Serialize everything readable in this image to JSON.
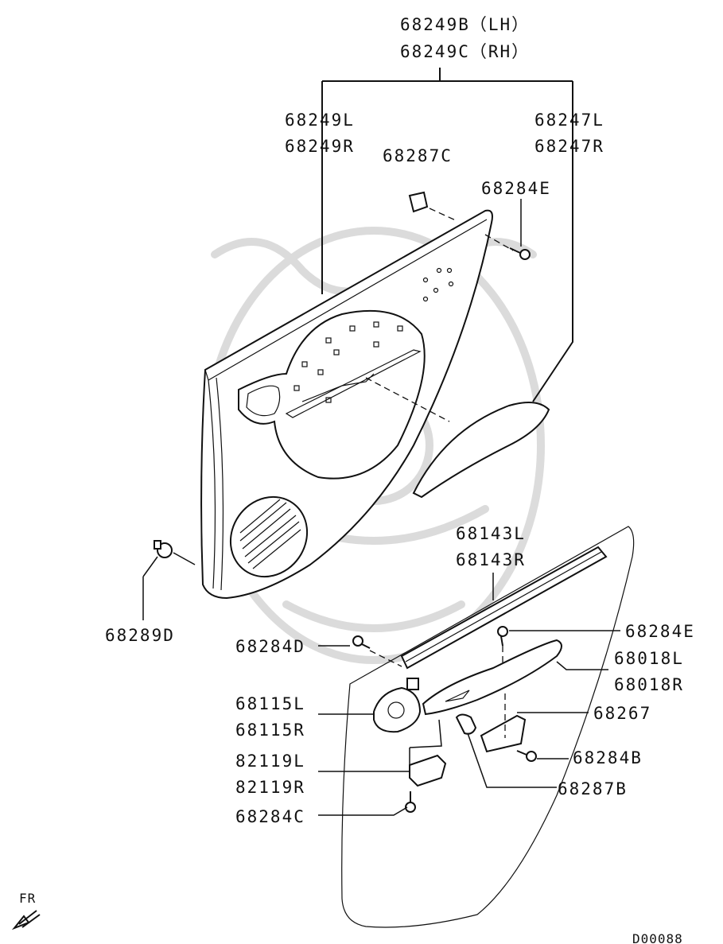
{
  "labels": {
    "assy_lh": "68249B（LH）",
    "assy_rh": "68249C（RH）",
    "trim_l": "68249L",
    "trim_r": "68249R",
    "arm_l": "68247L",
    "arm_r": "68247R",
    "clip_c": "68287C",
    "screw_e_top": "68284E",
    "clip_d": "68289D",
    "belt_l": "68143L",
    "belt_r": "68143R",
    "screw_e_mid": "68284E",
    "armrest_l": "68018L",
    "armrest_r": "68018R",
    "screw_d": "68284D",
    "handle_l": "68115L",
    "handle_r": "68115R",
    "bracket": "68267",
    "screw_b": "68284B",
    "switch_l": "82119L",
    "switch_r": "82119R",
    "clip_b": "68287B",
    "screw_c": "68284C",
    "fr": "FR",
    "code": "D00088"
  }
}
